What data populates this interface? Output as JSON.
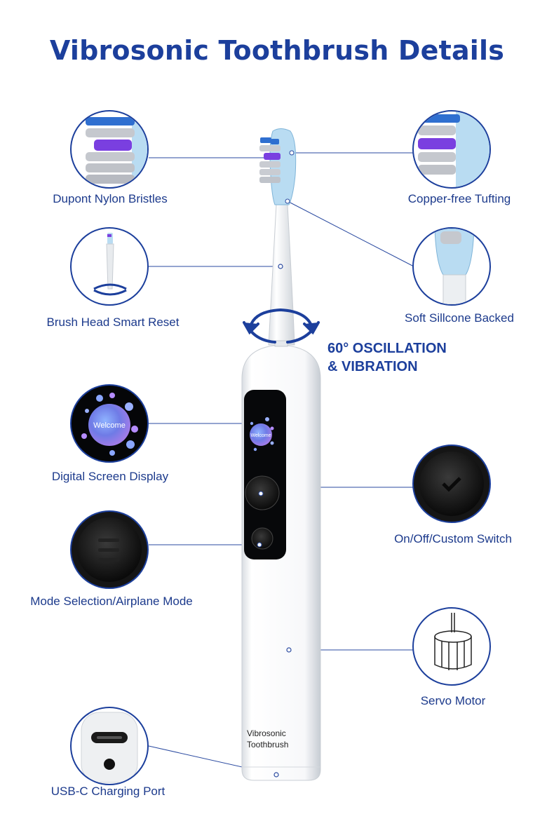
{
  "title": "Vibrosonic Toothbrush Details",
  "oscillation": {
    "line1": "60° OSCILLATION",
    "line2": "& VIBRATION"
  },
  "brand": {
    "line1": "Vibrosonic",
    "line2": "Toothbrush"
  },
  "screen_text": "Welcome",
  "features": {
    "dupont": "Dupont Nylon Bristles",
    "copper": "Copper-free Tufting",
    "reset": "Brush Head Smart Reset",
    "silicone": "Soft Sillcone Backed",
    "screen": "Digital Screen Display",
    "switch": "On/Off/Custom Switch",
    "mode": "Mode Selection/Airplane Mode",
    "motor": "Servo Motor",
    "usb": "USB-C Charging Port"
  },
  "colors": {
    "accent": "#1c3f9c",
    "bristle_blue": "#2f6fd0",
    "bristle_purple": "#7a3fe0"
  }
}
